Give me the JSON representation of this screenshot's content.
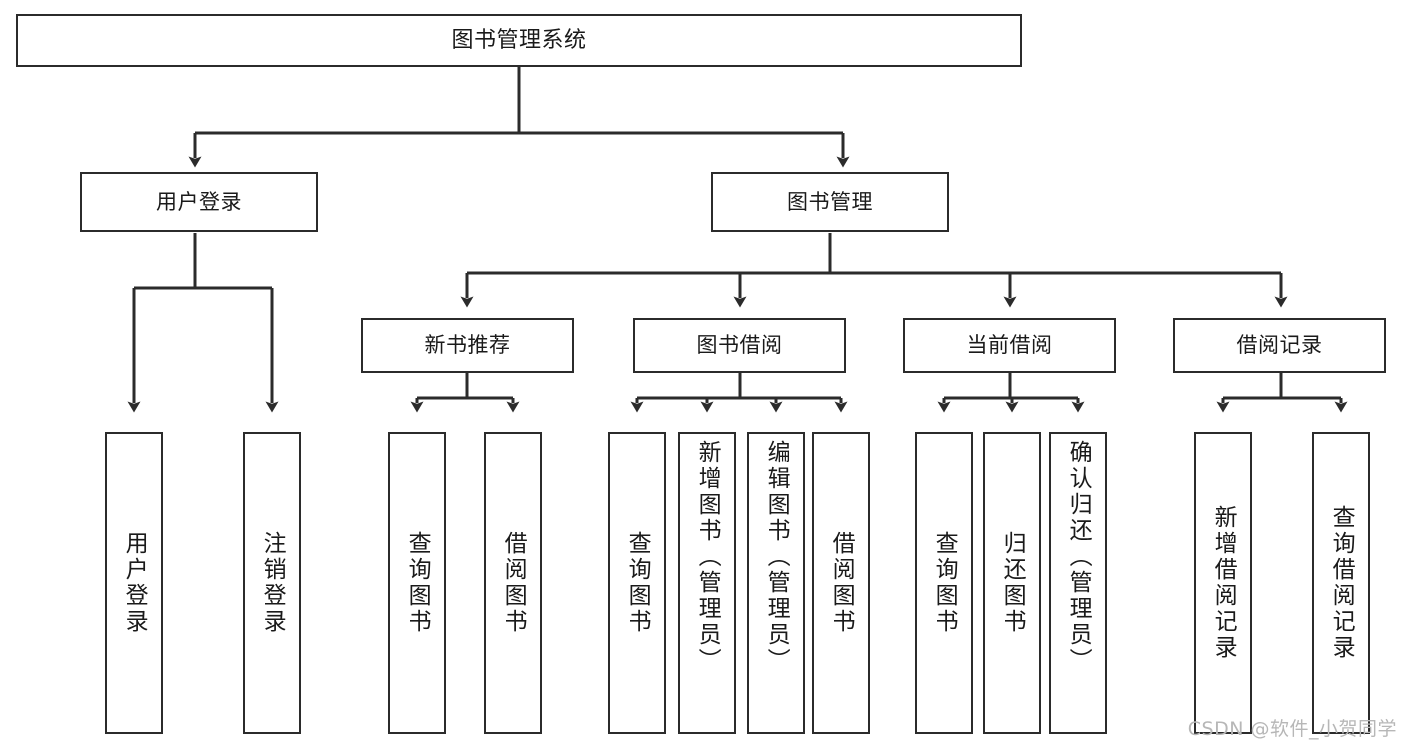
{
  "diagram": {
    "type": "tree-hierarchy",
    "title": "图书管理系统",
    "orientation": "top-down",
    "line_color": "#2b2b2b",
    "box_fill": "#ffffff",
    "text_color": "#1a1a1a",
    "levels": 4,
    "root": {
      "id": "root",
      "label": "图书管理系统"
    },
    "level2": [
      {
        "id": "user-login",
        "label": "用户登录"
      },
      {
        "id": "book-manage",
        "label": "图书管理"
      }
    ],
    "level3": [
      {
        "id": "new-book-recommend",
        "label": "新书推荐",
        "parent": "book-manage"
      },
      {
        "id": "book-borrow",
        "label": "图书借阅",
        "parent": "book-manage"
      },
      {
        "id": "current-borrow",
        "label": "当前借阅",
        "parent": "book-manage"
      },
      {
        "id": "borrow-record",
        "label": "借阅记录",
        "parent": "book-manage"
      }
    ],
    "leaves": [
      {
        "id": "leaf-user-login",
        "label": "用户登录",
        "parent": "user-login"
      },
      {
        "id": "leaf-logout-login",
        "label": "注销登录",
        "parent": "user-login"
      },
      {
        "id": "leaf-query-book-1",
        "label": "查询图书",
        "parent": "new-book-recommend"
      },
      {
        "id": "leaf-borrow-book-1",
        "label": "借阅图书",
        "parent": "new-book-recommend"
      },
      {
        "id": "leaf-query-book-2",
        "label": "查询图书",
        "parent": "book-borrow"
      },
      {
        "id": "leaf-add-book",
        "label": "新增图书（管理员）",
        "parent": "book-borrow"
      },
      {
        "id": "leaf-edit-book",
        "label": "编辑图书（管理员）",
        "parent": "book-borrow"
      },
      {
        "id": "leaf-borrow-book-2",
        "label": "借阅图书",
        "parent": "book-borrow"
      },
      {
        "id": "leaf-query-book-3",
        "label": "查询图书",
        "parent": "current-borrow"
      },
      {
        "id": "leaf-return-book",
        "label": "归还图书",
        "parent": "current-borrow"
      },
      {
        "id": "leaf-confirm-return",
        "label": "确认归还（管理员）",
        "parent": "current-borrow"
      },
      {
        "id": "leaf-add-record",
        "label": "新增借阅记录",
        "parent": "borrow-record"
      },
      {
        "id": "leaf-query-record",
        "label": "查询借阅记录",
        "parent": "borrow-record"
      }
    ]
  },
  "watermark": {
    "text": "CSDN @软件_小贺同学"
  }
}
